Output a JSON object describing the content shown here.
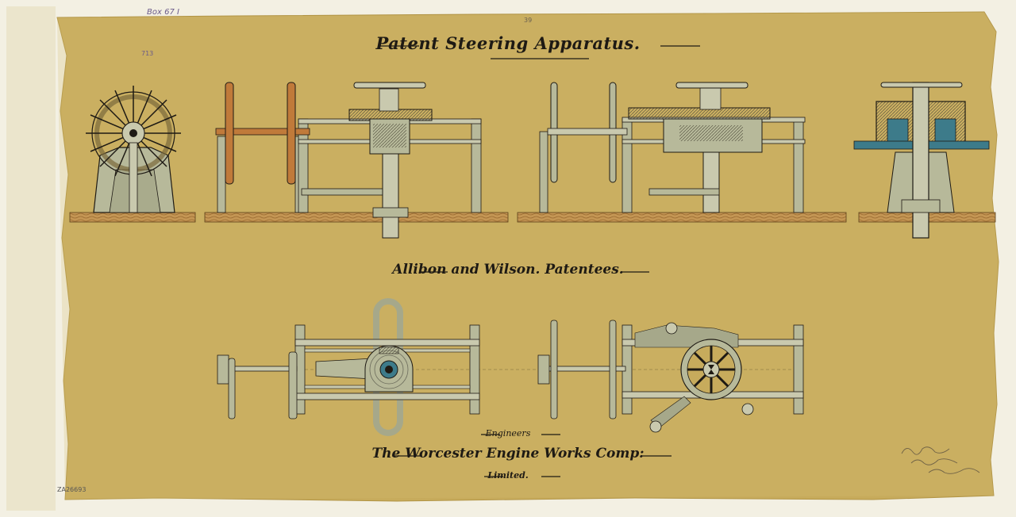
{
  "drawing": {
    "title": "Patent Steering Apparatus.",
    "patentees": "Allibon and Wilson. Patentees.",
    "engineers": "Engineers",
    "company": "The Worcester Engine Works Comp:",
    "limited": "Limited."
  },
  "annotations": {
    "box_number": "Box 67 I",
    "sheet_number": "713",
    "catalogue_ref": "ZA26693",
    "top_mark": "39"
  },
  "colors": {
    "paper": "#c9ad5e",
    "ink": "#1e1a14",
    "metal": "#b9ba9c",
    "wood": "#b98a4a",
    "copper": "#c07a3a",
    "blue": "#3d7b8a"
  }
}
